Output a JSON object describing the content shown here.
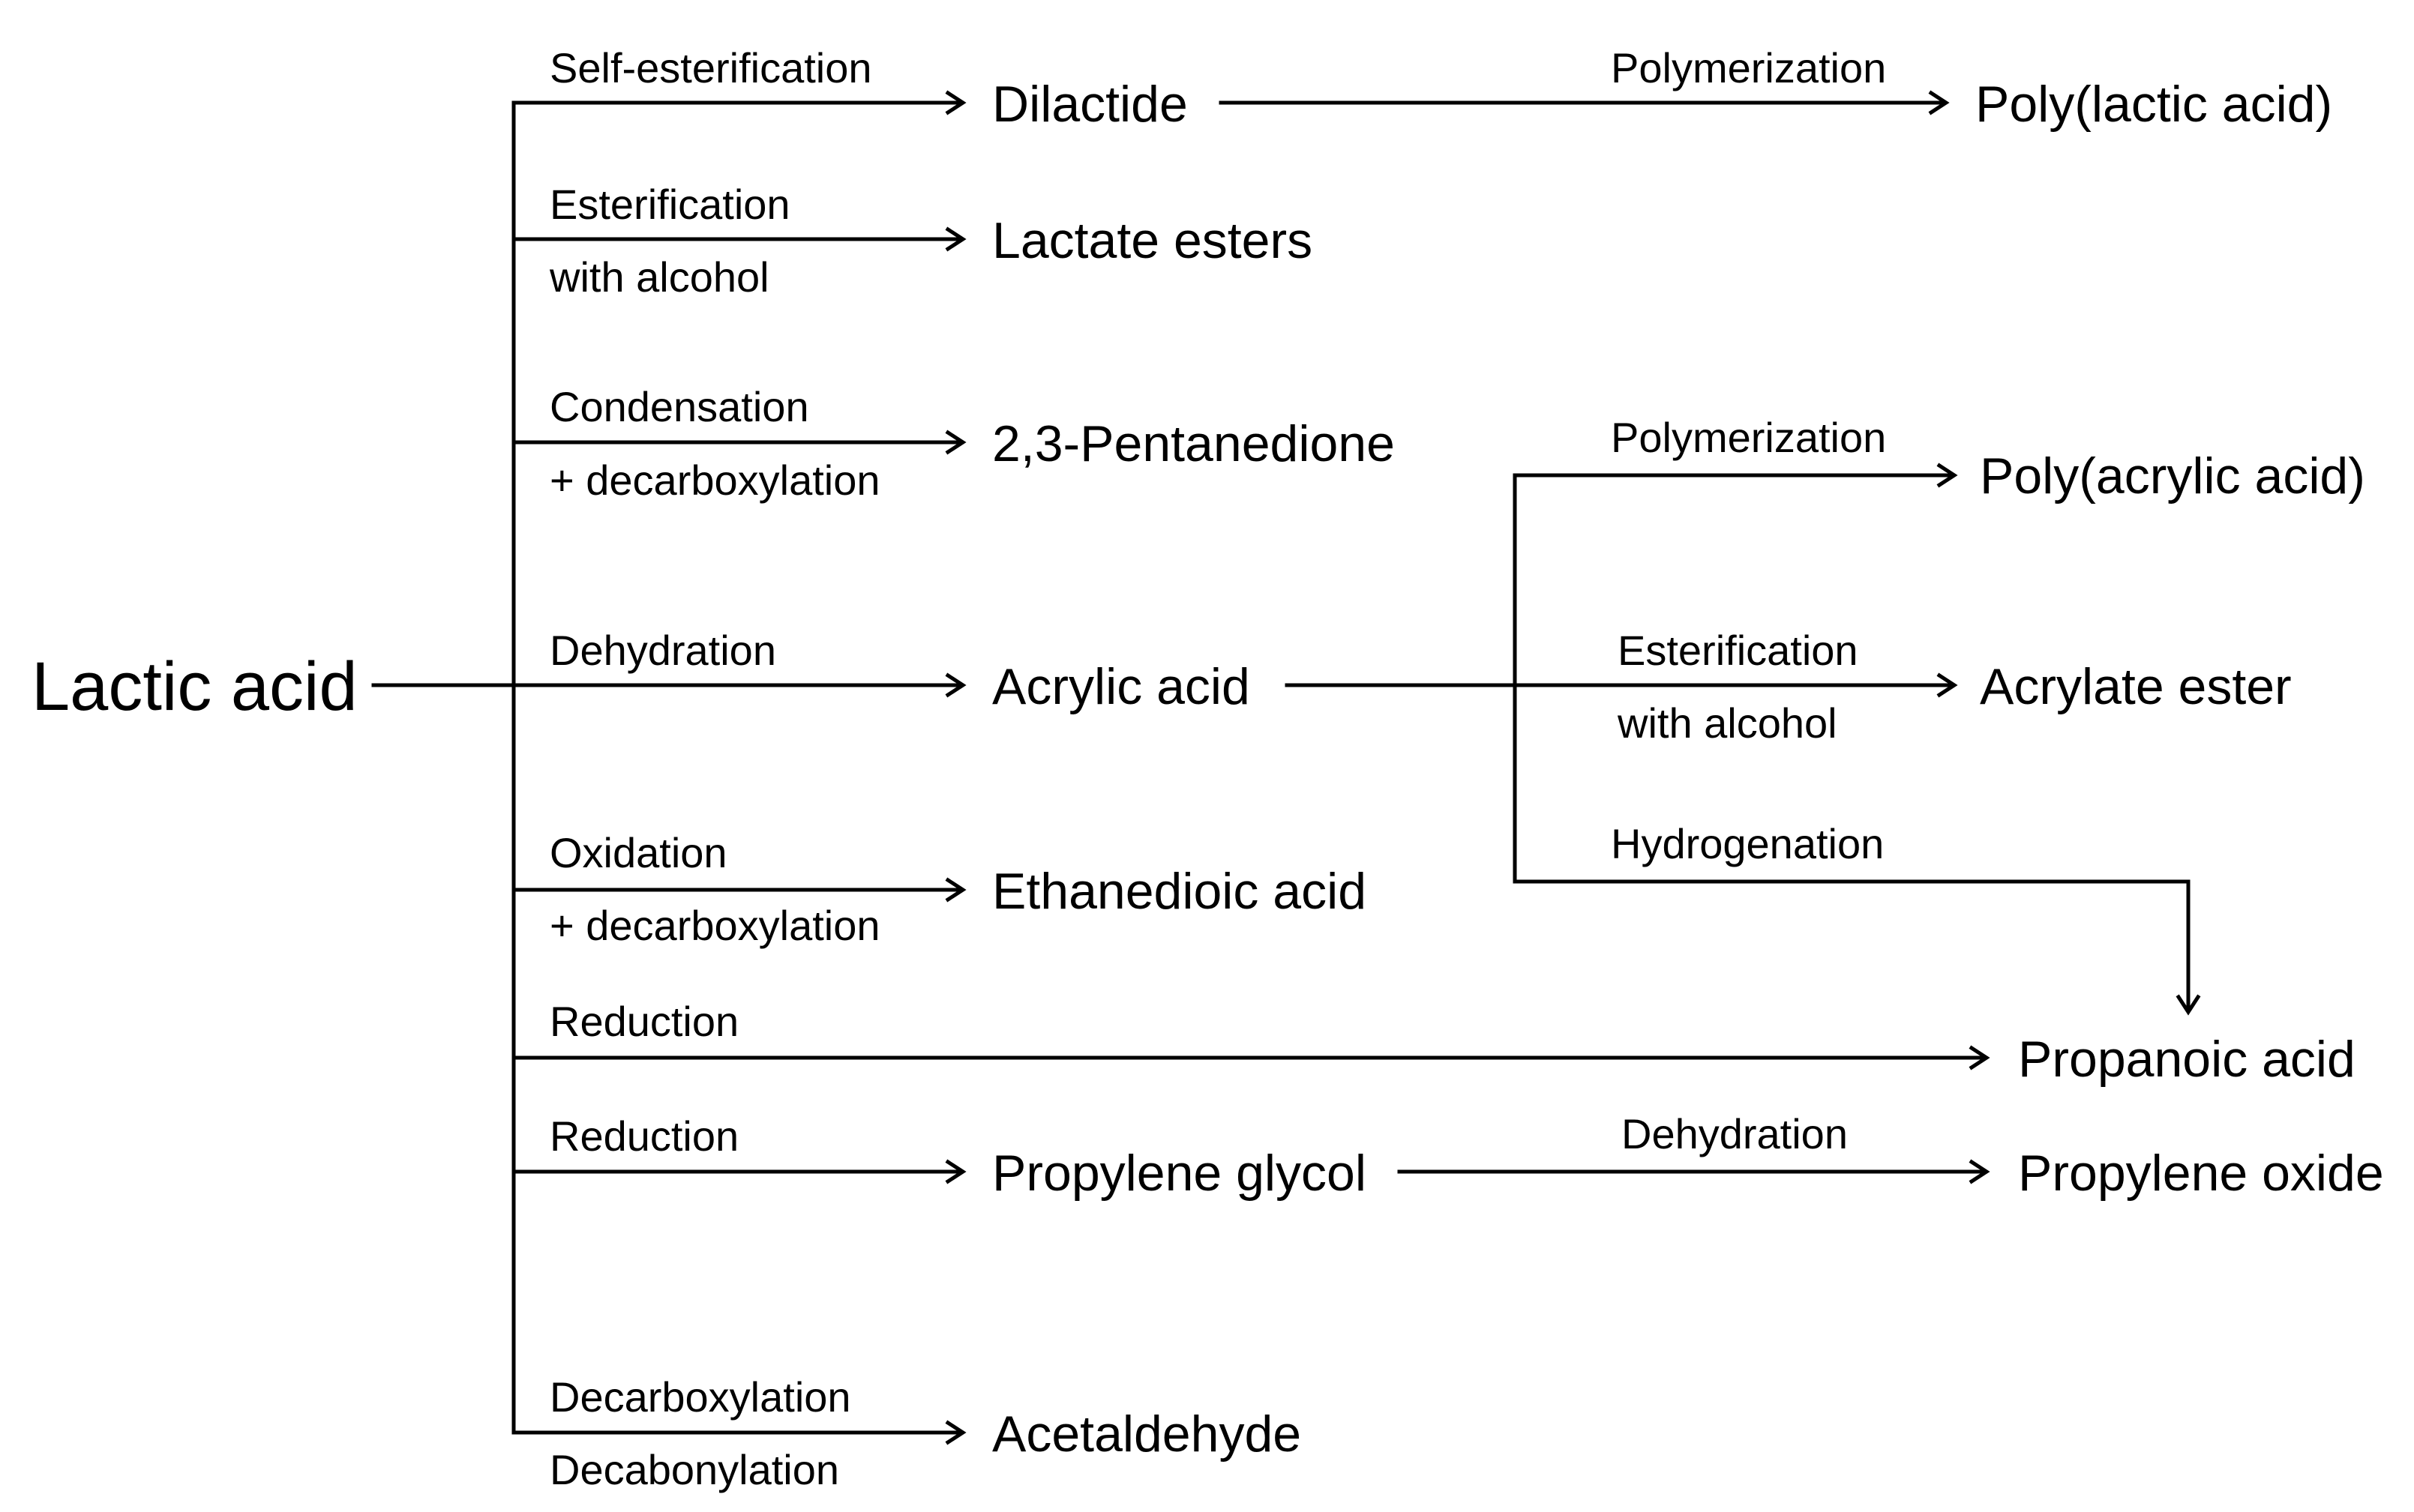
{
  "source": "Lactic acid",
  "compounds": {
    "dilactide": "Dilactide",
    "pla": "Poly(lactic acid)",
    "lactate_esters": "Lactate esters",
    "pentanedione": "2,3-Pentanedione",
    "paa": "Poly(acrylic acid)",
    "acrylic_acid": "Acrylic acid",
    "acrylate_ester": "Acrylate ester",
    "ethanedioic_acid": "Ethanedioic acid",
    "propanoic_acid": "Propanoic acid",
    "propylene_glycol": "Propylene glycol",
    "propylene_oxide": "Propylene oxide",
    "acetaldehyde": "Acetaldehyde"
  },
  "reactions": {
    "self_esterification": "Self-esterification",
    "esterification": "Esterification",
    "with_alcohol": "with alcohol",
    "condensation": "Condensation",
    "plus_decarboxylation": "+ decarboxylation",
    "dehydration": "Dehydration",
    "oxidation": "Oxidation",
    "reduction": "Reduction",
    "decarboxylation": "Decarboxylation",
    "decabonylation": "Decabonylation",
    "polymerization": "Polymerization",
    "hydrogenation": "Hydrogenation"
  },
  "colors": {
    "line": "#000000",
    "background": "#ffffff"
  }
}
